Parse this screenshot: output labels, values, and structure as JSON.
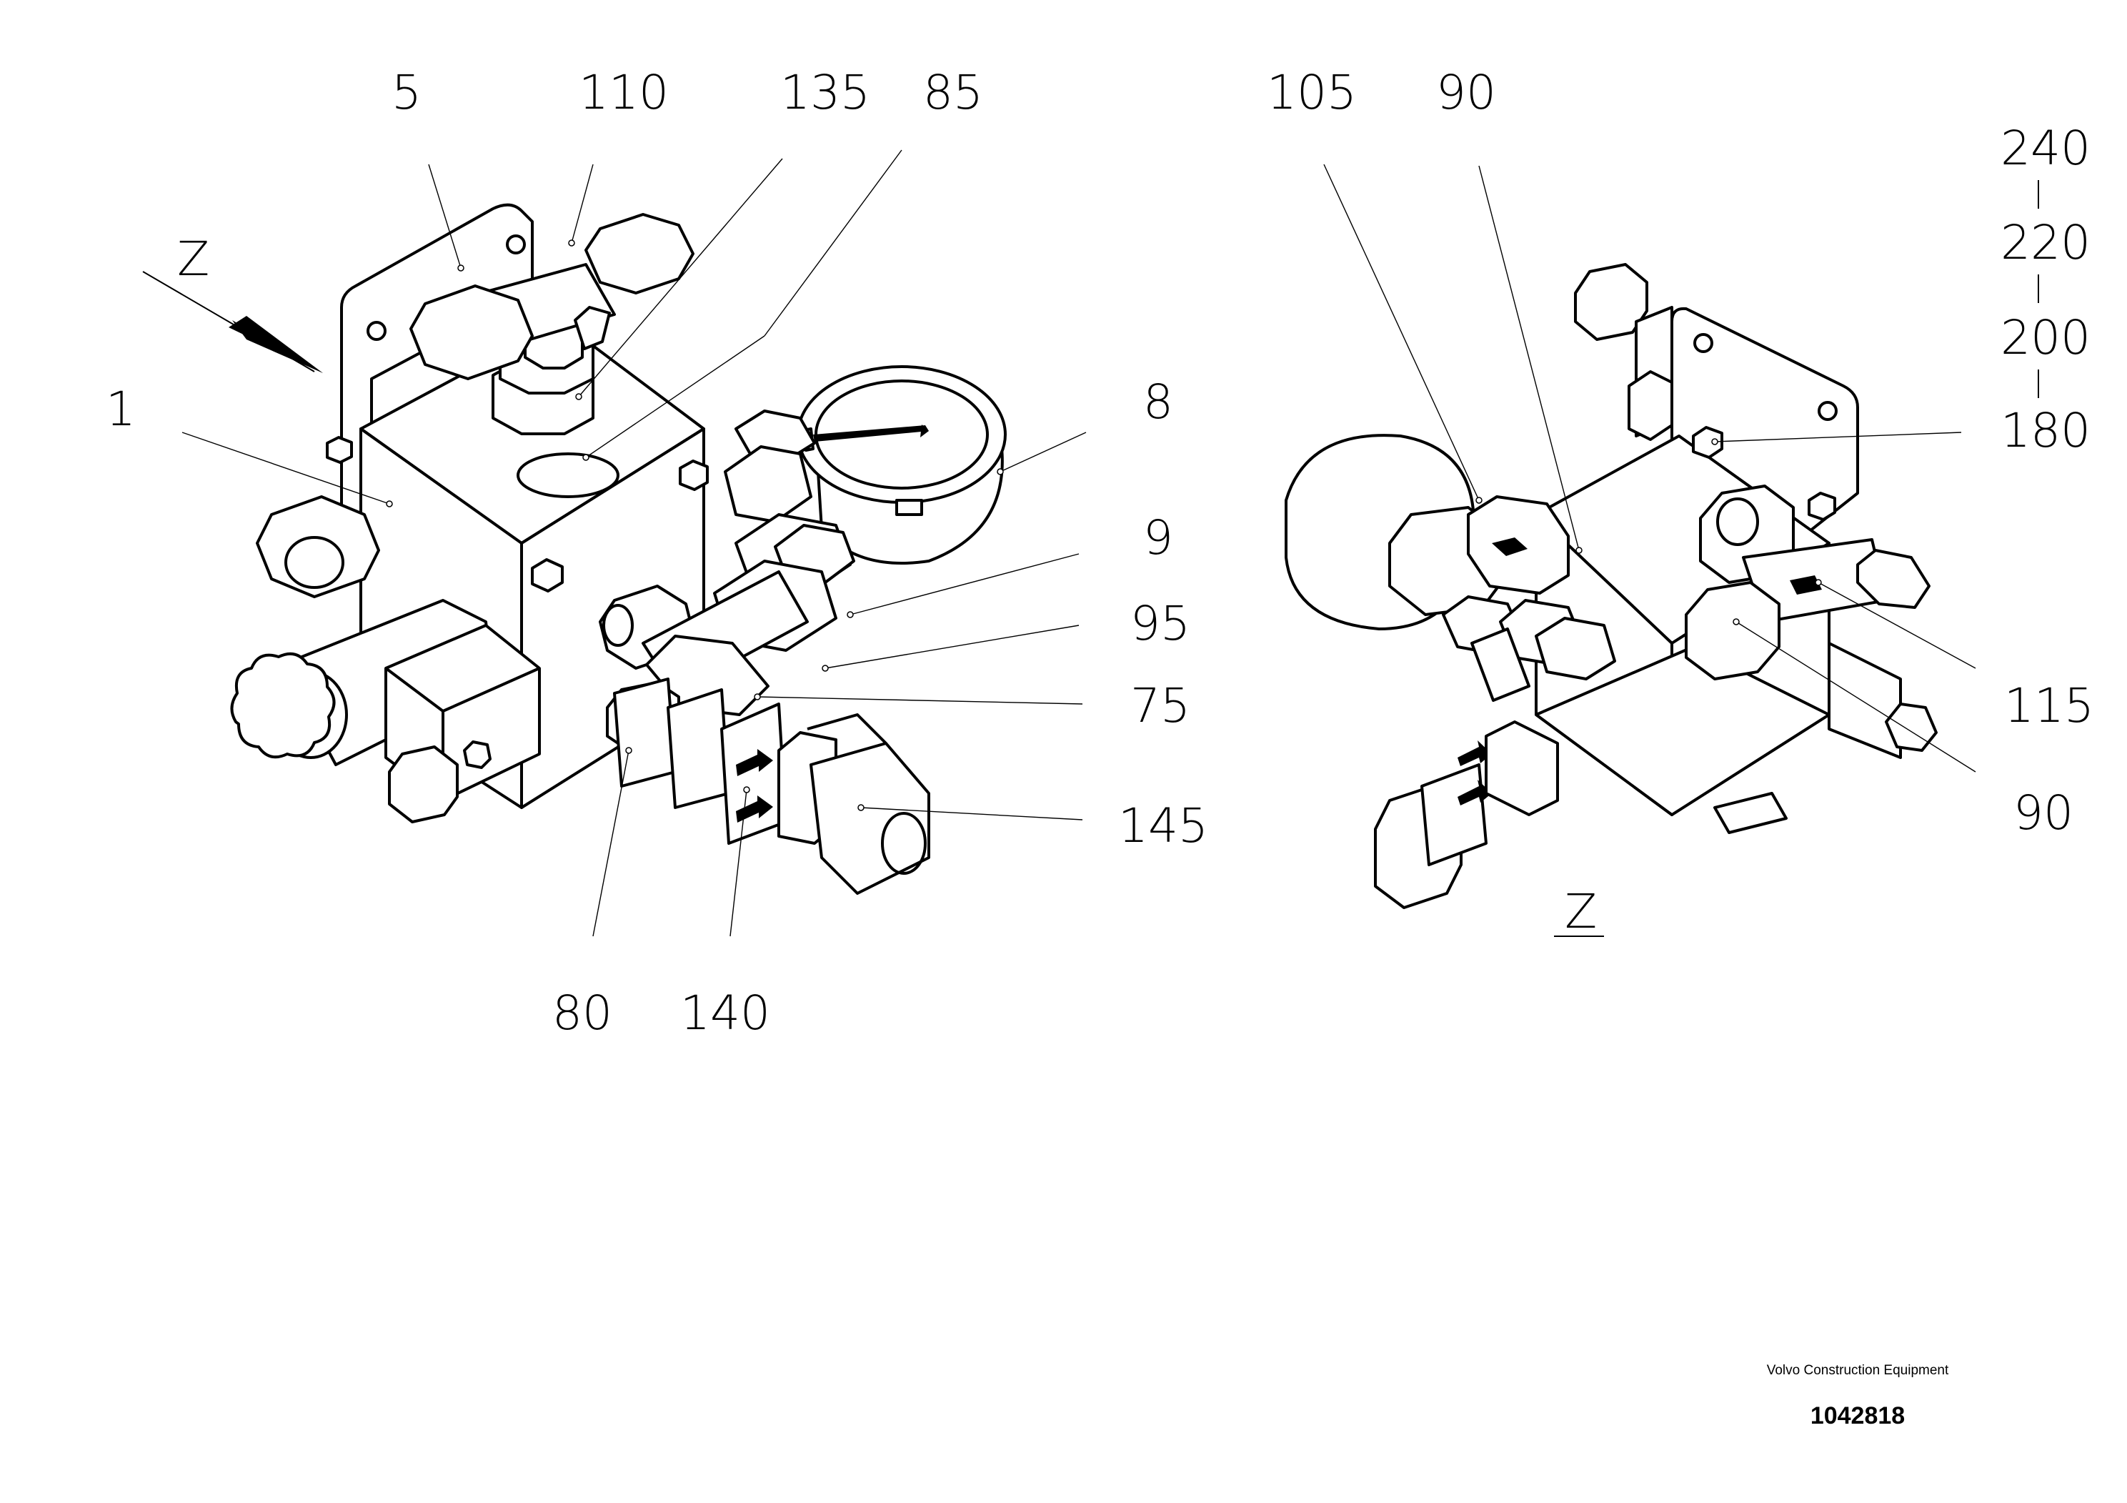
{
  "callouts": {
    "left_5": "5",
    "left_110": "110",
    "left_135": "135",
    "left_85": "85",
    "left_1": "1",
    "left_z": "Z",
    "left_8": "8",
    "left_9": "9",
    "left_95": "95",
    "left_75": "75",
    "left_145": "145",
    "left_80": "80",
    "left_140": "140",
    "right_105": "105",
    "right_90_top": "90",
    "right_240": "240",
    "right_220": "220",
    "right_200": "200",
    "right_180": "180",
    "right_115": "115",
    "right_90_bottom": "90",
    "view_label_z": "Z"
  },
  "footer": {
    "company": "Volvo Construction Equipment",
    "drawing_number": "1042818"
  }
}
